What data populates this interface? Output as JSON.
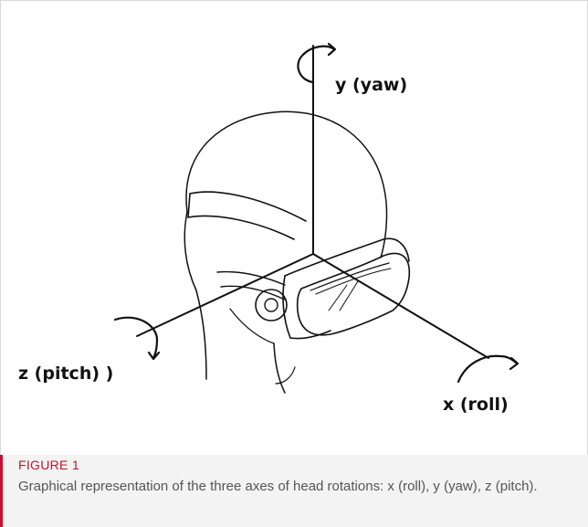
{
  "figure": {
    "axes": {
      "y_label": "y (yaw)",
      "z_label": "z (pitch) )",
      "x_label": "x (roll)"
    },
    "caption": {
      "title": "FIGURE 1",
      "text": "Graphical representation of the three axes of head rotations: x (roll), y (yaw), z (pitch)."
    }
  }
}
